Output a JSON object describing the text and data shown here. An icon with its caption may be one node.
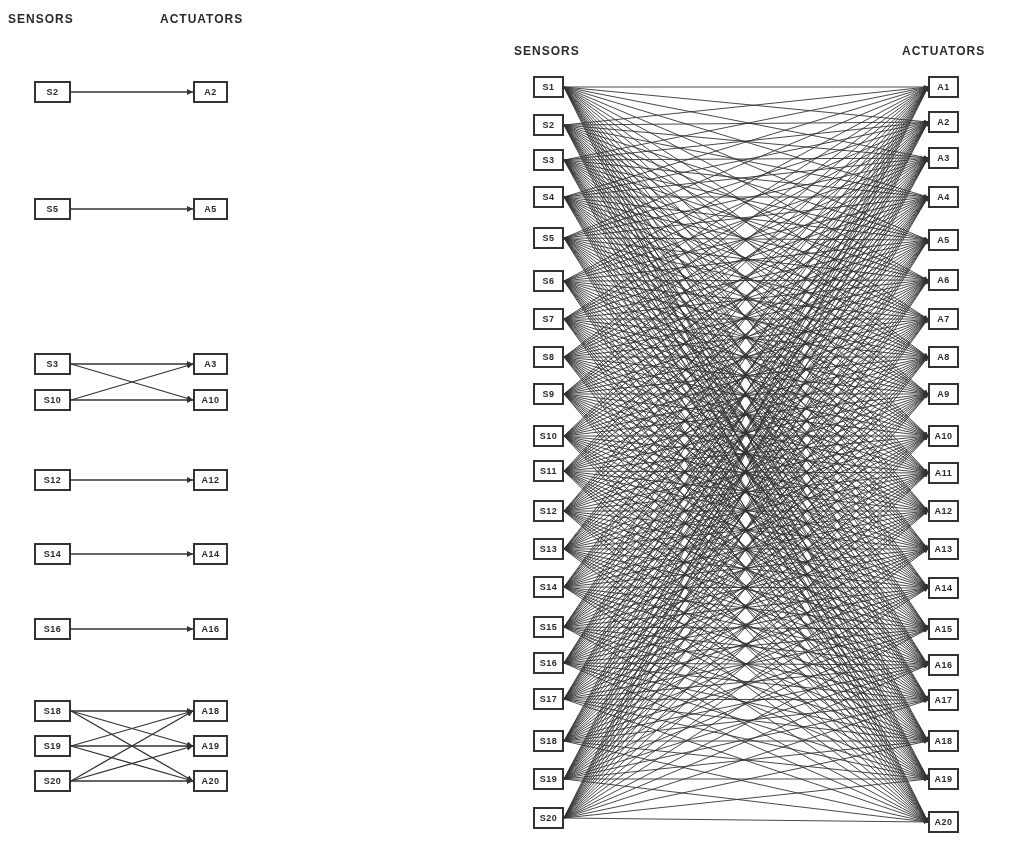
{
  "diagram": {
    "nodes": [
      {
        "text": [
          "S2"
        ]
      },
      {
        "text": [
          "A2"
        ]
      },
      {
        "text": [
          "S5"
        ]
      },
      {
        "text": [
          "A5"
        ]
      },
      {
        "text": [
          "S3"
        ]
      },
      {
        "text": [
          "A3"
        ]
      },
      {
        "text": [
          "S10"
        ]
      },
      {
        "text": [
          "A10"
        ]
      },
      {
        "text": [
          "S12"
        ]
      },
      {
        "text": [
          "A12"
        ]
      },
      {
        "text": [
          "S14"
        ]
      },
      {
        "text": [
          "A14"
        ]
      },
      {
        "text": [
          "S16"
        ]
      },
      {
        "text": [
          "A16"
        ]
      },
      {
        "text": [
          "S18"
        ]
      },
      {
        "text": [
          "A18"
        ]
      },
      {
        "text": [
          "S19"
        ]
      },
      {
        "text": [
          "A19"
        ]
      },
      {
        "text": [
          "S20"
        ]
      },
      {
        "text": [
          "A20"
        ]
      },
      {
        "text": [
          "S1"
        ]
      },
      {
        "text": [
          "A1"
        ]
      },
      {
        "text": [
          "S2"
        ]
      },
      {
        "text": [
          "A2"
        ]
      },
      {
        "text": [
          "S3"
        ]
      },
      {
        "text": [
          "A3"
        ]
      },
      {
        "text": [
          "S4"
        ]
      },
      {
        "text": [
          "A4"
        ]
      },
      {
        "text": [
          "S5"
        ]
      },
      {
        "text": [
          "A5"
        ]
      },
      {
        "text": [
          "S6"
        ]
      },
      {
        "text": [
          "A6"
        ]
      },
      {
        "text": [
          "S7"
        ]
      },
      {
        "text": [
          "A7"
        ]
      },
      {
        "text": [
          "S8"
        ]
      },
      {
        "text": [
          "A8"
        ]
      },
      {
        "text": [
          "S9"
        ]
      },
      {
        "text": [
          "A9"
        ]
      },
      {
        "text": [
          "S10"
        ]
      },
      {
        "text": [
          "A10"
        ]
      },
      {
        "text": [
          "S11"
        ]
      },
      {
        "text": [
          "A11"
        ]
      },
      {
        "text": [
          "S12"
        ]
      },
      {
        "text": [
          "A12"
        ]
      },
      {
        "text": [
          "S13"
        ]
      },
      {
        "text": [
          "A13"
        ]
      },
      {
        "text": [
          "S14"
        ]
      },
      {
        "text": [
          "A14"
        ]
      },
      {
        "text": [
          "S15"
        ]
      },
      {
        "text": [
          "A15"
        ]
      },
      {
        "text": [
          "S16"
        ]
      },
      {
        "text": [
          "A16"
        ]
      },
      {
        "text": [
          "S17"
        ]
      },
      {
        "text": [
          "A17"
        ]
      },
      {
        "text": [
          "S18"
        ]
      },
      {
        "text": [
          "A18"
        ]
      },
      {
        "text": [
          "S19"
        ]
      },
      {
        "text": [
          "A19"
        ]
      },
      {
        "text": [
          "S20"
        ]
      },
      {
        "text": [
          "A20"
        ]
      }
    ],
    "edges": [
      {
        "from": 0,
        "to": 1,
        "arrow": "to"
      },
      {
        "from": 2,
        "to": 3,
        "arrow": "to"
      },
      {
        "from": 4,
        "to": 5,
        "arrow": "to"
      },
      {
        "from": 4,
        "to": 7,
        "arrow": "to"
      },
      {
        "from": 6,
        "to": 5,
        "arrow": "to"
      },
      {
        "from": 6,
        "to": 7,
        "arrow": "to"
      },
      {
        "from": 8,
        "to": 9,
        "arrow": "to"
      },
      {
        "from": 10,
        "to": 11,
        "arrow": "to"
      },
      {
        "from": 12,
        "to": 13,
        "arrow": "to"
      },
      {
        "from": 14,
        "to": 15,
        "arrow": "to"
      },
      {
        "from": 14,
        "to": 17,
        "arrow": "to"
      },
      {
        "from": 14,
        "to": 19,
        "arrow": "to"
      },
      {
        "from": 16,
        "to": 15,
        "arrow": "to"
      },
      {
        "from": 16,
        "to": 17,
        "arrow": "to"
      },
      {
        "from": 16,
        "to": 19,
        "arrow": "to"
      },
      {
        "from": 18,
        "to": 15,
        "arrow": "to"
      },
      {
        "from": 18,
        "to": 17,
        "arrow": "to"
      },
      {
        "from": 18,
        "to": 19,
        "arrow": "to"
      },
      {
        "from": 20,
        "to": 21,
        "arrow": "to"
      },
      {
        "from": 20,
        "to": 23,
        "arrow": "to"
      },
      {
        "from": 20,
        "to": 25,
        "arrow": "to"
      },
      {
        "from": 20,
        "to": 27,
        "arrow": "to"
      },
      {
        "from": 20,
        "to": 29,
        "arrow": "to"
      },
      {
        "from": 20,
        "to": 31,
        "arrow": "to"
      },
      {
        "from": 20,
        "to": 33,
        "arrow": "to"
      },
      {
        "from": 20,
        "to": 35,
        "arrow": "to"
      },
      {
        "from": 20,
        "to": 37,
        "arrow": "to"
      },
      {
        "from": 20,
        "to": 39,
        "arrow": "to"
      },
      {
        "from": 20,
        "to": 41,
        "arrow": "to"
      },
      {
        "from": 20,
        "to": 43,
        "arrow": "to"
      },
      {
        "from": 20,
        "to": 45,
        "arrow": "to"
      },
      {
        "from": 20,
        "to": 47,
        "arrow": "to"
      },
      {
        "from": 20,
        "to": 49,
        "arrow": "to"
      },
      {
        "from": 20,
        "to": 51,
        "arrow": "to"
      },
      {
        "from": 20,
        "to": 53,
        "arrow": "to"
      },
      {
        "from": 20,
        "to": 55,
        "arrow": "to"
      },
      {
        "from": 20,
        "to": 57,
        "arrow": "to"
      },
      {
        "from": 20,
        "to": 59,
        "arrow": "to"
      },
      {
        "from": 22,
        "to": 21,
        "arrow": "to"
      },
      {
        "from": 22,
        "to": 23,
        "arrow": "to"
      },
      {
        "from": 22,
        "to": 25,
        "arrow": "to"
      },
      {
        "from": 22,
        "to": 27,
        "arrow": "to"
      },
      {
        "from": 22,
        "to": 29,
        "arrow": "to"
      },
      {
        "from": 22,
        "to": 31,
        "arrow": "to"
      },
      {
        "from": 22,
        "to": 33,
        "arrow": "to"
      },
      {
        "from": 22,
        "to": 35,
        "arrow": "to"
      },
      {
        "from": 22,
        "to": 37,
        "arrow": "to"
      },
      {
        "from": 22,
        "to": 39,
        "arrow": "to"
      },
      {
        "from": 22,
        "to": 41,
        "arrow": "to"
      },
      {
        "from": 22,
        "to": 43,
        "arrow": "to"
      },
      {
        "from": 22,
        "to": 45,
        "arrow": "to"
      },
      {
        "from": 22,
        "to": 47,
        "arrow": "to"
      },
      {
        "from": 22,
        "to": 49,
        "arrow": "to"
      },
      {
        "from": 22,
        "to": 51,
        "arrow": "to"
      },
      {
        "from": 22,
        "to": 53,
        "arrow": "to"
      },
      {
        "from": 22,
        "to": 55,
        "arrow": "to"
      },
      {
        "from": 22,
        "to": 57,
        "arrow": "to"
      },
      {
        "from": 22,
        "to": 59,
        "arrow": "to"
      },
      {
        "from": 24,
        "to": 21,
        "arrow": "to"
      },
      {
        "from": 24,
        "to": 23,
        "arrow": "to"
      },
      {
        "from": 24,
        "to": 25,
        "arrow": "to"
      },
      {
        "from": 24,
        "to": 27,
        "arrow": "to"
      },
      {
        "from": 24,
        "to": 29,
        "arrow": "to"
      },
      {
        "from": 24,
        "to": 31,
        "arrow": "to"
      },
      {
        "from": 24,
        "to": 33,
        "arrow": "to"
      },
      {
        "from": 24,
        "to": 35,
        "arrow": "to"
      },
      {
        "from": 24,
        "to": 37,
        "arrow": "to"
      },
      {
        "from": 24,
        "to": 39,
        "arrow": "to"
      },
      {
        "from": 24,
        "to": 41,
        "arrow": "to"
      },
      {
        "from": 24,
        "to": 43,
        "arrow": "to"
      },
      {
        "from": 24,
        "to": 45,
        "arrow": "to"
      },
      {
        "from": 24,
        "to": 47,
        "arrow": "to"
      },
      {
        "from": 24,
        "to": 49,
        "arrow": "to"
      },
      {
        "from": 24,
        "to": 51,
        "arrow": "to"
      },
      {
        "from": 24,
        "to": 53,
        "arrow": "to"
      },
      {
        "from": 24,
        "to": 55,
        "arrow": "to"
      },
      {
        "from": 24,
        "to": 57,
        "arrow": "to"
      },
      {
        "from": 24,
        "to": 59,
        "arrow": "to"
      },
      {
        "from": 26,
        "to": 21,
        "arrow": "to"
      },
      {
        "from": 26,
        "to": 23,
        "arrow": "to"
      },
      {
        "from": 26,
        "to": 25,
        "arrow": "to"
      },
      {
        "from": 26,
        "to": 27,
        "arrow": "to"
      },
      {
        "from": 26,
        "to": 29,
        "arrow": "to"
      },
      {
        "from": 26,
        "to": 31,
        "arrow": "to"
      },
      {
        "from": 26,
        "to": 33,
        "arrow": "to"
      },
      {
        "from": 26,
        "to": 35,
        "arrow": "to"
      },
      {
        "from": 26,
        "to": 37,
        "arrow": "to"
      },
      {
        "from": 26,
        "to": 39,
        "arrow": "to"
      },
      {
        "from": 26,
        "to": 41,
        "arrow": "to"
      },
      {
        "from": 26,
        "to": 43,
        "arrow": "to"
      },
      {
        "from": 26,
        "to": 45,
        "arrow": "to"
      },
      {
        "from": 26,
        "to": 47,
        "arrow": "to"
      },
      {
        "from": 26,
        "to": 49,
        "arrow": "to"
      },
      {
        "from": 26,
        "to": 51,
        "arrow": "to"
      },
      {
        "from": 26,
        "to": 53,
        "arrow": "to"
      },
      {
        "from": 26,
        "to": 55,
        "arrow": "to"
      },
      {
        "from": 26,
        "to": 57,
        "arrow": "to"
      },
      {
        "from": 26,
        "to": 59,
        "arrow": "to"
      },
      {
        "from": 28,
        "to": 21,
        "arrow": "to"
      },
      {
        "from": 28,
        "to": 23,
        "arrow": "to"
      },
      {
        "from": 28,
        "to": 25,
        "arrow": "to"
      },
      {
        "from": 28,
        "to": 27,
        "arrow": "to"
      },
      {
        "from": 28,
        "to": 29,
        "arrow": "to"
      },
      {
        "from": 28,
        "to": 31,
        "arrow": "to"
      },
      {
        "from": 28,
        "to": 33,
        "arrow": "to"
      },
      {
        "from": 28,
        "to": 35,
        "arrow": "to"
      },
      {
        "from": 28,
        "to": 37,
        "arrow": "to"
      },
      {
        "from": 28,
        "to": 39,
        "arrow": "to"
      },
      {
        "from": 28,
        "to": 41,
        "arrow": "to"
      },
      {
        "from": 28,
        "to": 43,
        "arrow": "to"
      },
      {
        "from": 28,
        "to": 45,
        "arrow": "to"
      },
      {
        "from": 28,
        "to": 47,
        "arrow": "to"
      },
      {
        "from": 28,
        "to": 49,
        "arrow": "to"
      },
      {
        "from": 28,
        "to": 51,
        "arrow": "to"
      },
      {
        "from": 28,
        "to": 53,
        "arrow": "to"
      },
      {
        "from": 28,
        "to": 55,
        "arrow": "to"
      },
      {
        "from": 28,
        "to": 57,
        "arrow": "to"
      },
      {
        "from": 28,
        "to": 59,
        "arrow": "to"
      },
      {
        "from": 30,
        "to": 21,
        "arrow": "to"
      },
      {
        "from": 30,
        "to": 23,
        "arrow": "to"
      },
      {
        "from": 30,
        "to": 25,
        "arrow": "to"
      },
      {
        "from": 30,
        "to": 27,
        "arrow": "to"
      },
      {
        "from": 30,
        "to": 29,
        "arrow": "to"
      },
      {
        "from": 30,
        "to": 31,
        "arrow": "to"
      },
      {
        "from": 30,
        "to": 33,
        "arrow": "to"
      },
      {
        "from": 30,
        "to": 35,
        "arrow": "to"
      },
      {
        "from": 30,
        "to": 37,
        "arrow": "to"
      },
      {
        "from": 30,
        "to": 39,
        "arrow": "to"
      },
      {
        "from": 30,
        "to": 41,
        "arrow": "to"
      },
      {
        "from": 30,
        "to": 43,
        "arrow": "to"
      },
      {
        "from": 30,
        "to": 45,
        "arrow": "to"
      },
      {
        "from": 30,
        "to": 47,
        "arrow": "to"
      },
      {
        "from": 30,
        "to": 49,
        "arrow": "to"
      },
      {
        "from": 30,
        "to": 51,
        "arrow": "to"
      },
      {
        "from": 30,
        "to": 53,
        "arrow": "to"
      },
      {
        "from": 30,
        "to": 55,
        "arrow": "to"
      },
      {
        "from": 30,
        "to": 57,
        "arrow": "to"
      },
      {
        "from": 30,
        "to": 59,
        "arrow": "to"
      },
      {
        "from": 32,
        "to": 21,
        "arrow": "to"
      },
      {
        "from": 32,
        "to": 23,
        "arrow": "to"
      },
      {
        "from": 32,
        "to": 25,
        "arrow": "to"
      },
      {
        "from": 32,
        "to": 27,
        "arrow": "to"
      },
      {
        "from": 32,
        "to": 29,
        "arrow": "to"
      },
      {
        "from": 32,
        "to": 31,
        "arrow": "to"
      },
      {
        "from": 32,
        "to": 33,
        "arrow": "to"
      },
      {
        "from": 32,
        "to": 35,
        "arrow": "to"
      },
      {
        "from": 32,
        "to": 37,
        "arrow": "to"
      },
      {
        "from": 32,
        "to": 39,
        "arrow": "to"
      },
      {
        "from": 32,
        "to": 41,
        "arrow": "to"
      },
      {
        "from": 32,
        "to": 43,
        "arrow": "to"
      },
      {
        "from": 32,
        "to": 45,
        "arrow": "to"
      },
      {
        "from": 32,
        "to": 47,
        "arrow": "to"
      },
      {
        "from": 32,
        "to": 49,
        "arrow": "to"
      },
      {
        "from": 32,
        "to": 51,
        "arrow": "to"
      },
      {
        "from": 32,
        "to": 53,
        "arrow": "to"
      },
      {
        "from": 32,
        "to": 55,
        "arrow": "to"
      },
      {
        "from": 32,
        "to": 57,
        "arrow": "to"
      },
      {
        "from": 32,
        "to": 59,
        "arrow": "to"
      },
      {
        "from": 34,
        "to": 21,
        "arrow": "to"
      },
      {
        "from": 34,
        "to": 23,
        "arrow": "to"
      },
      {
        "from": 34,
        "to": 25,
        "arrow": "to"
      },
      {
        "from": 34,
        "to": 27,
        "arrow": "to"
      },
      {
        "from": 34,
        "to": 29,
        "arrow": "to"
      },
      {
        "from": 34,
        "to": 31,
        "arrow": "to"
      },
      {
        "from": 34,
        "to": 33,
        "arrow": "to"
      },
      {
        "from": 34,
        "to": 35,
        "arrow": "to"
      },
      {
        "from": 34,
        "to": 37,
        "arrow": "to"
      },
      {
        "from": 34,
        "to": 39,
        "arrow": "to"
      },
      {
        "from": 34,
        "to": 41,
        "arrow": "to"
      },
      {
        "from": 34,
        "to": 43,
        "arrow": "to"
      },
      {
        "from": 34,
        "to": 45,
        "arrow": "to"
      },
      {
        "from": 34,
        "to": 47,
        "arrow": "to"
      },
      {
        "from": 34,
        "to": 49,
        "arrow": "to"
      },
      {
        "from": 34,
        "to": 51,
        "arrow": "to"
      },
      {
        "from": 34,
        "to": 53,
        "arrow": "to"
      },
      {
        "from": 34,
        "to": 55,
        "arrow": "to"
      },
      {
        "from": 34,
        "to": 57,
        "arrow": "to"
      },
      {
        "from": 34,
        "to": 59,
        "arrow": "to"
      },
      {
        "from": 36,
        "to": 21,
        "arrow": "to"
      },
      {
        "from": 36,
        "to": 23,
        "arrow": "to"
      },
      {
        "from": 36,
        "to": 25,
        "arrow": "to"
      },
      {
        "from": 36,
        "to": 27,
        "arrow": "to"
      },
      {
        "from": 36,
        "to": 29,
        "arrow": "to"
      },
      {
        "from": 36,
        "to": 31,
        "arrow": "to"
      },
      {
        "from": 36,
        "to": 33,
        "arrow": "to"
      },
      {
        "from": 36,
        "to": 35,
        "arrow": "to"
      },
      {
        "from": 36,
        "to": 37,
        "arrow": "to"
      },
      {
        "from": 36,
        "to": 39,
        "arrow": "to"
      },
      {
        "from": 36,
        "to": 41,
        "arrow": "to"
      },
      {
        "from": 36,
        "to": 43,
        "arrow": "to"
      },
      {
        "from": 36,
        "to": 45,
        "arrow": "to"
      },
      {
        "from": 36,
        "to": 47,
        "arrow": "to"
      },
      {
        "from": 36,
        "to": 49,
        "arrow": "to"
      },
      {
        "from": 36,
        "to": 51,
        "arrow": "to"
      },
      {
        "from": 36,
        "to": 53,
        "arrow": "to"
      },
      {
        "from": 36,
        "to": 55,
        "arrow": "to"
      },
      {
        "from": 36,
        "to": 57,
        "arrow": "to"
      },
      {
        "from": 36,
        "to": 59,
        "arrow": "to"
      },
      {
        "from": 38,
        "to": 21,
        "arrow": "to"
      },
      {
        "from": 38,
        "to": 23,
        "arrow": "to"
      },
      {
        "from": 38,
        "to": 25,
        "arrow": "to"
      },
      {
        "from": 38,
        "to": 27,
        "arrow": "to"
      },
      {
        "from": 38,
        "to": 29,
        "arrow": "to"
      },
      {
        "from": 38,
        "to": 31,
        "arrow": "to"
      },
      {
        "from": 38,
        "to": 33,
        "arrow": "to"
      },
      {
        "from": 38,
        "to": 35,
        "arrow": "to"
      },
      {
        "from": 38,
        "to": 37,
        "arrow": "to"
      },
      {
        "from": 38,
        "to": 39,
        "arrow": "to"
      },
      {
        "from": 38,
        "to": 41,
        "arrow": "to"
      },
      {
        "from": 38,
        "to": 43,
        "arrow": "to"
      },
      {
        "from": 38,
        "to": 45,
        "arrow": "to"
      },
      {
        "from": 38,
        "to": 47,
        "arrow": "to"
      },
      {
        "from": 38,
        "to": 49,
        "arrow": "to"
      },
      {
        "from": 38,
        "to": 51,
        "arrow": "to"
      },
      {
        "from": 38,
        "to": 53,
        "arrow": "to"
      },
      {
        "from": 38,
        "to": 55,
        "arrow": "to"
      },
      {
        "from": 38,
        "to": 57,
        "arrow": "to"
      },
      {
        "from": 38,
        "to": 59,
        "arrow": "to"
      },
      {
        "from": 40,
        "to": 21,
        "arrow": "to"
      },
      {
        "from": 40,
        "to": 23,
        "arrow": "to"
      },
      {
        "from": 40,
        "to": 25,
        "arrow": "to"
      },
      {
        "from": 40,
        "to": 27,
        "arrow": "to"
      },
      {
        "from": 40,
        "to": 29,
        "arrow": "to"
      },
      {
        "from": 40,
        "to": 31,
        "arrow": "to"
      },
      {
        "from": 40,
        "to": 33,
        "arrow": "to"
      },
      {
        "from": 40,
        "to": 35,
        "arrow": "to"
      },
      {
        "from": 40,
        "to": 37,
        "arrow": "to"
      },
      {
        "from": 40,
        "to": 39,
        "arrow": "to"
      },
      {
        "from": 40,
        "to": 41,
        "arrow": "to"
      },
      {
        "from": 40,
        "to": 43,
        "arrow": "to"
      },
      {
        "from": 40,
        "to": 45,
        "arrow": "to"
      },
      {
        "from": 40,
        "to": 47,
        "arrow": "to"
      },
      {
        "from": 40,
        "to": 49,
        "arrow": "to"
      },
      {
        "from": 40,
        "to": 51,
        "arrow": "to"
      },
      {
        "from": 40,
        "to": 53,
        "arrow": "to"
      },
      {
        "from": 40,
        "to": 55,
        "arrow": "to"
      },
      {
        "from": 40,
        "to": 57,
        "arrow": "to"
      },
      {
        "from": 40,
        "to": 59,
        "arrow": "to"
      },
      {
        "from": 42,
        "to": 21,
        "arrow": "to"
      },
      {
        "from": 42,
        "to": 23,
        "arrow": "to"
      },
      {
        "from": 42,
        "to": 25,
        "arrow": "to"
      },
      {
        "from": 42,
        "to": 27,
        "arrow": "to"
      },
      {
        "from": 42,
        "to": 29,
        "arrow": "to"
      },
      {
        "from": 42,
        "to": 31,
        "arrow": "to"
      },
      {
        "from": 42,
        "to": 33,
        "arrow": "to"
      },
      {
        "from": 42,
        "to": 35,
        "arrow": "to"
      },
      {
        "from": 42,
        "to": 37,
        "arrow": "to"
      },
      {
        "from": 42,
        "to": 39,
        "arrow": "to"
      },
      {
        "from": 42,
        "to": 41,
        "arrow": "to"
      },
      {
        "from": 42,
        "to": 43,
        "arrow": "to"
      },
      {
        "from": 42,
        "to": 45,
        "arrow": "to"
      },
      {
        "from": 42,
        "to": 47,
        "arrow": "to"
      },
      {
        "from": 42,
        "to": 49,
        "arrow": "to"
      },
      {
        "from": 42,
        "to": 51,
        "arrow": "to"
      },
      {
        "from": 42,
        "to": 53,
        "arrow": "to"
      },
      {
        "from": 42,
        "to": 55,
        "arrow": "to"
      },
      {
        "from": 42,
        "to": 57,
        "arrow": "to"
      },
      {
        "from": 42,
        "to": 59,
        "arrow": "to"
      },
      {
        "from": 44,
        "to": 21,
        "arrow": "to"
      },
      {
        "from": 44,
        "to": 23,
        "arrow": "to"
      },
      {
        "from": 44,
        "to": 25,
        "arrow": "to"
      },
      {
        "from": 44,
        "to": 27,
        "arrow": "to"
      },
      {
        "from": 44,
        "to": 29,
        "arrow": "to"
      },
      {
        "from": 44,
        "to": 31,
        "arrow": "to"
      },
      {
        "from": 44,
        "to": 33,
        "arrow": "to"
      },
      {
        "from": 44,
        "to": 35,
        "arrow": "to"
      },
      {
        "from": 44,
        "to": 37,
        "arrow": "to"
      },
      {
        "from": 44,
        "to": 39,
        "arrow": "to"
      },
      {
        "from": 44,
        "to": 41,
        "arrow": "to"
      },
      {
        "from": 44,
        "to": 43,
        "arrow": "to"
      },
      {
        "from": 44,
        "to": 45,
        "arrow": "to"
      },
      {
        "from": 44,
        "to": 47,
        "arrow": "to"
      },
      {
        "from": 44,
        "to": 49,
        "arrow": "to"
      },
      {
        "from": 44,
        "to": 51,
        "arrow": "to"
      },
      {
        "from": 44,
        "to": 53,
        "arrow": "to"
      },
      {
        "from": 44,
        "to": 55,
        "arrow": "to"
      },
      {
        "from": 44,
        "to": 57,
        "arrow": "to"
      },
      {
        "from": 44,
        "to": 59,
        "arrow": "to"
      },
      {
        "from": 46,
        "to": 21,
        "arrow": "to"
      },
      {
        "from": 46,
        "to": 23,
        "arrow": "to"
      },
      {
        "from": 46,
        "to": 25,
        "arrow": "to"
      },
      {
        "from": 46,
        "to": 27,
        "arrow": "to"
      },
      {
        "from": 46,
        "to": 29,
        "arrow": "to"
      },
      {
        "from": 46,
        "to": 31,
        "arrow": "to"
      },
      {
        "from": 46,
        "to": 33,
        "arrow": "to"
      },
      {
        "from": 46,
        "to": 35,
        "arrow": "to"
      },
      {
        "from": 46,
        "to": 37,
        "arrow": "to"
      },
      {
        "from": 46,
        "to": 39,
        "arrow": "to"
      },
      {
        "from": 46,
        "to": 41,
        "arrow": "to"
      },
      {
        "from": 46,
        "to": 43,
        "arrow": "to"
      },
      {
        "from": 46,
        "to": 45,
        "arrow": "to"
      },
      {
        "from": 46,
        "to": 47,
        "arrow": "to"
      },
      {
        "from": 46,
        "to": 49,
        "arrow": "to"
      },
      {
        "from": 46,
        "to": 51,
        "arrow": "to"
      },
      {
        "from": 46,
        "to": 53,
        "arrow": "to"
      },
      {
        "from": 46,
        "to": 55,
        "arrow": "to"
      },
      {
        "from": 46,
        "to": 57,
        "arrow": "to"
      },
      {
        "from": 46,
        "to": 59,
        "arrow": "to"
      },
      {
        "from": 48,
        "to": 21,
        "arrow": "to"
      },
      {
        "from": 48,
        "to": 23,
        "arrow": "to"
      },
      {
        "from": 48,
        "to": 25,
        "arrow": "to"
      },
      {
        "from": 48,
        "to": 27,
        "arrow": "to"
      },
      {
        "from": 48,
        "to": 29,
        "arrow": "to"
      },
      {
        "from": 48,
        "to": 31,
        "arrow": "to"
      },
      {
        "from": 48,
        "to": 33,
        "arrow": "to"
      },
      {
        "from": 48,
        "to": 35,
        "arrow": "to"
      },
      {
        "from": 48,
        "to": 37,
        "arrow": "to"
      },
      {
        "from": 48,
        "to": 39,
        "arrow": "to"
      },
      {
        "from": 48,
        "to": 41,
        "arrow": "to"
      },
      {
        "from": 48,
        "to": 43,
        "arrow": "to"
      },
      {
        "from": 48,
        "to": 45,
        "arrow": "to"
      },
      {
        "from": 48,
        "to": 47,
        "arrow": "to"
      },
      {
        "from": 48,
        "to": 49,
        "arrow": "to"
      },
      {
        "from": 48,
        "to": 51,
        "arrow": "to"
      },
      {
        "from": 48,
        "to": 53,
        "arrow": "to"
      },
      {
        "from": 48,
        "to": 55,
        "arrow": "to"
      },
      {
        "from": 48,
        "to": 57,
        "arrow": "to"
      },
      {
        "from": 48,
        "to": 59,
        "arrow": "to"
      },
      {
        "from": 50,
        "to": 21,
        "arrow": "to"
      },
      {
        "from": 50,
        "to": 23,
        "arrow": "to"
      },
      {
        "from": 50,
        "to": 25,
        "arrow": "to"
      },
      {
        "from": 50,
        "to": 27,
        "arrow": "to"
      },
      {
        "from": 50,
        "to": 29,
        "arrow": "to"
      },
      {
        "from": 50,
        "to": 31,
        "arrow": "to"
      },
      {
        "from": 50,
        "to": 33,
        "arrow": "to"
      },
      {
        "from": 50,
        "to": 35,
        "arrow": "to"
      },
      {
        "from": 50,
        "to": 37,
        "arrow": "to"
      },
      {
        "from": 50,
        "to": 39,
        "arrow": "to"
      },
      {
        "from": 50,
        "to": 41,
        "arrow": "to"
      },
      {
        "from": 50,
        "to": 43,
        "arrow": "to"
      },
      {
        "from": 50,
        "to": 45,
        "arrow": "to"
      },
      {
        "from": 50,
        "to": 47,
        "arrow": "to"
      },
      {
        "from": 50,
        "to": 49,
        "arrow": "to"
      },
      {
        "from": 50,
        "to": 51,
        "arrow": "to"
      },
      {
        "from": 50,
        "to": 53,
        "arrow": "to"
      },
      {
        "from": 50,
        "to": 55,
        "arrow": "to"
      },
      {
        "from": 50,
        "to": 57,
        "arrow": "to"
      },
      {
        "from": 50,
        "to": 59,
        "arrow": "to"
      },
      {
        "from": 52,
        "to": 21,
        "arrow": "to"
      },
      {
        "from": 52,
        "to": 23,
        "arrow": "to"
      },
      {
        "from": 52,
        "to": 25,
        "arrow": "to"
      },
      {
        "from": 52,
        "to": 27,
        "arrow": "to"
      },
      {
        "from": 52,
        "to": 29,
        "arrow": "to"
      },
      {
        "from": 52,
        "to": 31,
        "arrow": "to"
      },
      {
        "from": 52,
        "to": 33,
        "arrow": "to"
      },
      {
        "from": 52,
        "to": 35,
        "arrow": "to"
      },
      {
        "from": 52,
        "to": 37,
        "arrow": "to"
      },
      {
        "from": 52,
        "to": 39,
        "arrow": "to"
      },
      {
        "from": 52,
        "to": 41,
        "arrow": "to"
      },
      {
        "from": 52,
        "to": 43,
        "arrow": "to"
      },
      {
        "from": 52,
        "to": 45,
        "arrow": "to"
      },
      {
        "from": 52,
        "to": 47,
        "arrow": "to"
      },
      {
        "from": 52,
        "to": 49,
        "arrow": "to"
      },
      {
        "from": 52,
        "to": 51,
        "arrow": "to"
      },
      {
        "from": 52,
        "to": 53,
        "arrow": "to"
      },
      {
        "from": 52,
        "to": 55,
        "arrow": "to"
      },
      {
        "from": 52,
        "to": 57,
        "arrow": "to"
      },
      {
        "from": 52,
        "to": 59,
        "arrow": "to"
      },
      {
        "from": 54,
        "to": 21,
        "arrow": "to"
      },
      {
        "from": 54,
        "to": 23,
        "arrow": "to"
      },
      {
        "from": 54,
        "to": 25,
        "arrow": "to"
      },
      {
        "from": 54,
        "to": 27,
        "arrow": "to"
      },
      {
        "from": 54,
        "to": 29,
        "arrow": "to"
      },
      {
        "from": 54,
        "to": 31,
        "arrow": "to"
      },
      {
        "from": 54,
        "to": 33,
        "arrow": "to"
      },
      {
        "from": 54,
        "to": 35,
        "arrow": "to"
      },
      {
        "from": 54,
        "to": 37,
        "arrow": "to"
      },
      {
        "from": 54,
        "to": 39,
        "arrow": "to"
      },
      {
        "from": 54,
        "to": 41,
        "arrow": "to"
      },
      {
        "from": 54,
        "to": 43,
        "arrow": "to"
      },
      {
        "from": 54,
        "to": 45,
        "arrow": "to"
      },
      {
        "from": 54,
        "to": 47,
        "arrow": "to"
      },
      {
        "from": 54,
        "to": 49,
        "arrow": "to"
      },
      {
        "from": 54,
        "to": 51,
        "arrow": "to"
      },
      {
        "from": 54,
        "to": 53,
        "arrow": "to"
      },
      {
        "from": 54,
        "to": 55,
        "arrow": "to"
      },
      {
        "from": 54,
        "to": 57,
        "arrow": "to"
      },
      {
        "from": 54,
        "to": 59,
        "arrow": "to"
      },
      {
        "from": 56,
        "to": 21,
        "arrow": "to"
      },
      {
        "from": 56,
        "to": 23,
        "arrow": "to"
      },
      {
        "from": 56,
        "to": 25,
        "arrow": "to"
      },
      {
        "from": 56,
        "to": 27,
        "arrow": "to"
      },
      {
        "from": 56,
        "to": 29,
        "arrow": "to"
      },
      {
        "from": 56,
        "to": 31,
        "arrow": "to"
      },
      {
        "from": 56,
        "to": 33,
        "arrow": "to"
      },
      {
        "from": 56,
        "to": 35,
        "arrow": "to"
      },
      {
        "from": 56,
        "to": 37,
        "arrow": "to"
      },
      {
        "from": 56,
        "to": 39,
        "arrow": "to"
      },
      {
        "from": 56,
        "to": 41,
        "arrow": "to"
      },
      {
        "from": 56,
        "to": 43,
        "arrow": "to"
      },
      {
        "from": 56,
        "to": 45,
        "arrow": "to"
      },
      {
        "from": 56,
        "to": 47,
        "arrow": "to"
      },
      {
        "from": 56,
        "to": 49,
        "arrow": "to"
      },
      {
        "from": 56,
        "to": 51,
        "arrow": "to"
      },
      {
        "from": 56,
        "to": 53,
        "arrow": "to"
      },
      {
        "from": 56,
        "to": 55,
        "arrow": "to"
      },
      {
        "from": 56,
        "to": 57,
        "arrow": "to"
      },
      {
        "from": 56,
        "to": 59,
        "arrow": "to"
      },
      {
        "from": 58,
        "to": 21,
        "arrow": "to"
      },
      {
        "from": 58,
        "to": 23,
        "arrow": "to"
      },
      {
        "from": 58,
        "to": 25,
        "arrow": "to"
      },
      {
        "from": 58,
        "to": 27,
        "arrow": "to"
      },
      {
        "from": 58,
        "to": 29,
        "arrow": "to"
      },
      {
        "from": 58,
        "to": 31,
        "arrow": "to"
      },
      {
        "from": 58,
        "to": 33,
        "arrow": "to"
      },
      {
        "from": 58,
        "to": 35,
        "arrow": "to"
      },
      {
        "from": 58,
        "to": 37,
        "arrow": "to"
      },
      {
        "from": 58,
        "to": 39,
        "arrow": "to"
      },
      {
        "from": 58,
        "to": 41,
        "arrow": "to"
      },
      {
        "from": 58,
        "to": 43,
        "arrow": "to"
      },
      {
        "from": 58,
        "to": 45,
        "arrow": "to"
      },
      {
        "from": 58,
        "to": 47,
        "arrow": "to"
      },
      {
        "from": 58,
        "to": 49,
        "arrow": "to"
      },
      {
        "from": 58,
        "to": 51,
        "arrow": "to"
      },
      {
        "from": 58,
        "to": 53,
        "arrow": "to"
      },
      {
        "from": 58,
        "to": 55,
        "arrow": "to"
      },
      {
        "from": 58,
        "to": 57,
        "arrow": "to"
      },
      {
        "from": 58,
        "to": 59,
        "arrow": "to"
      }
    ],
    "labels": [
      "SENSORS",
      "ACTUATORS",
      "SENSORS",
      "ACTUATORS"
    ]
  }
}
